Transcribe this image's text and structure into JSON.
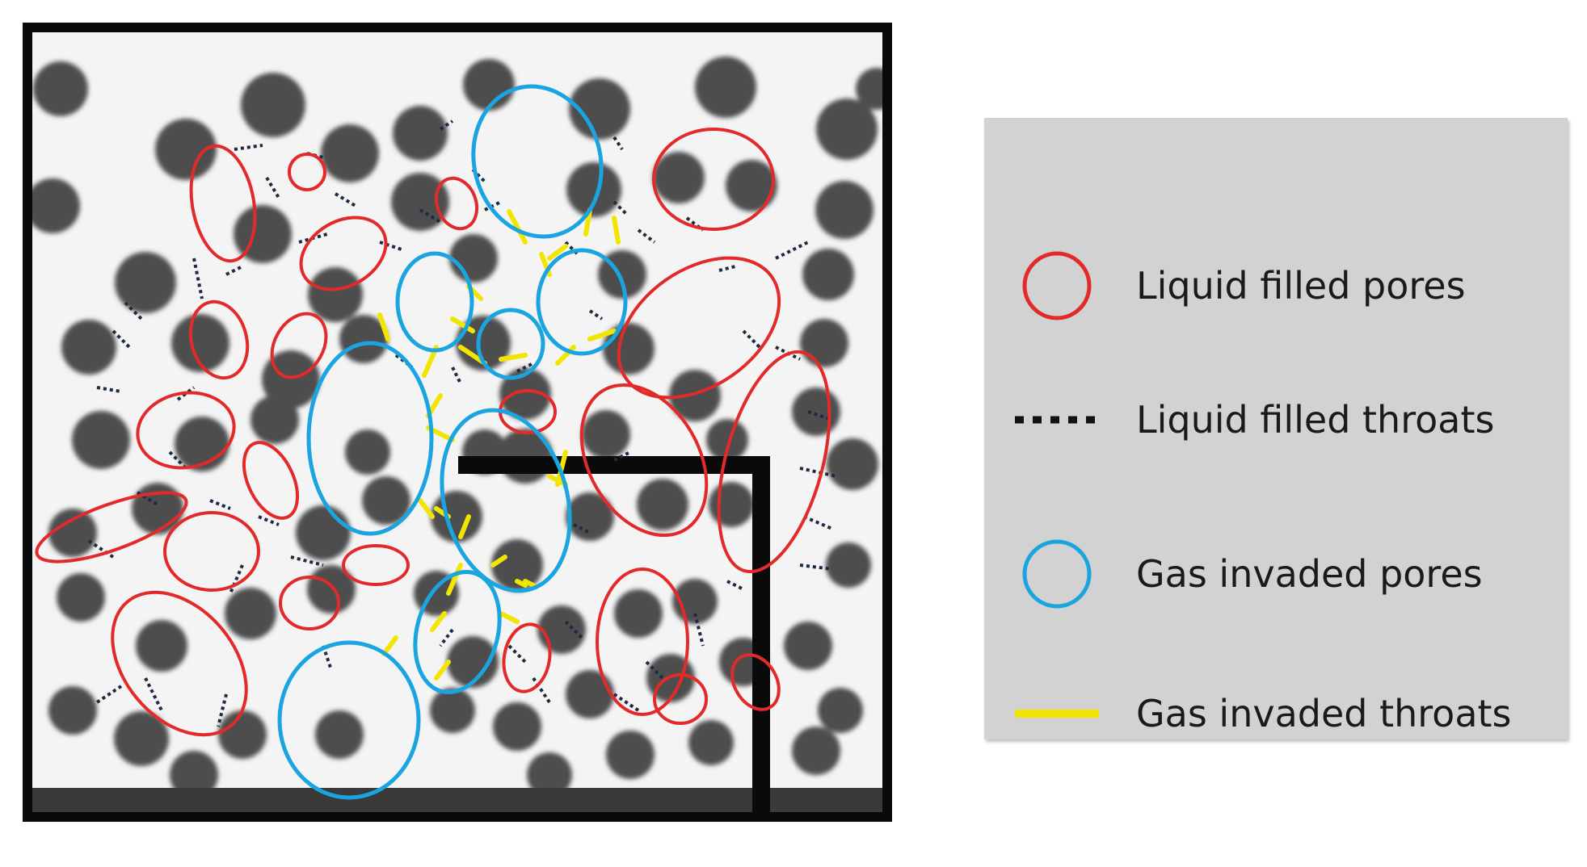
{
  "figure": {
    "legend": [
      {
        "key": "liquid-pores",
        "label": "Liquid filled pores",
        "symbol": "circle",
        "color": "#e32a2a"
      },
      {
        "key": "liquid-throats",
        "label": "Liquid filled throats",
        "symbol": "dotted-line",
        "color": "#111111"
      },
      {
        "key": "gas-pores",
        "label": "Gas invaded pores",
        "symbol": "circle",
        "color": "#1aa4e0"
      },
      {
        "key": "gas-throats",
        "label": "Gas invaded throats",
        "symbol": "solid-line",
        "color": "#f2e600"
      }
    ],
    "colors": {
      "grain": "#4e4e4e",
      "background": "#f4f4f4",
      "frame": "#0a0a0a",
      "liquid_pore": "#e32a2a",
      "gas_pore": "#1aa4e0",
      "liquid_throat": "#1d2a44",
      "gas_throat": "#f2e600",
      "legend_bg": "#d2d2d2"
    }
  }
}
